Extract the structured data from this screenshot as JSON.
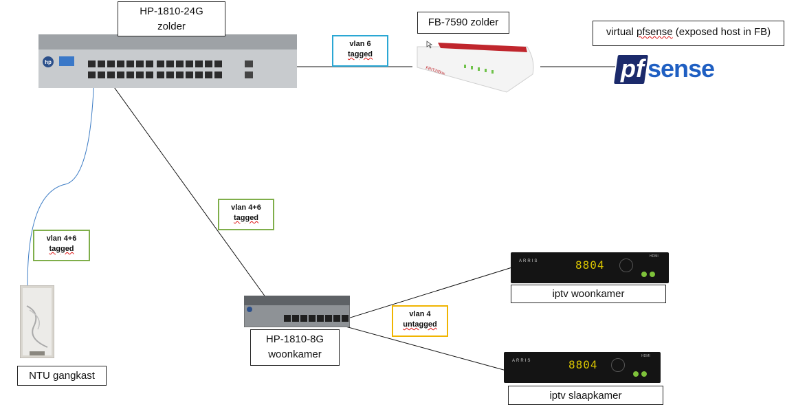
{
  "devices": {
    "core_switch": {
      "label_line1": "HP-1810-24G",
      "label_line2": "zolder",
      "brand_mark": "hp"
    },
    "router": {
      "label": "FB-7590 zolder",
      "brand_mark": "FRITZ!Box"
    },
    "firewall": {
      "label_pre": "virtual ",
      "label_emph": "pfsense",
      "label_post": " (exposed host in FB)",
      "logo_pf": "pf",
      "logo_sense": "sense"
    },
    "ntu": {
      "label": "NTU gangkast"
    },
    "room_switch": {
      "label_line1": "HP-1810-8G",
      "label_line2": "woonkamer"
    },
    "stb_living": {
      "label": "iptv woonkamer",
      "brand": "ARRIS",
      "display": "8804",
      "sub_brand": "HDMI"
    },
    "stb_bedroom": {
      "label": "iptv slaapkamer",
      "brand": "ARRIS",
      "display": "8804",
      "sub_brand": "HDMI"
    }
  },
  "links": {
    "core_to_router": {
      "line1": "vlan 6",
      "line2": "tagged",
      "color": "#2aa7d4"
    },
    "core_to_room": {
      "line1": "vlan 4+6",
      "line2": "tagged",
      "color": "#7fae4a"
    },
    "core_to_ntu": {
      "line1": "vlan 4+6",
      "line2": "tagged",
      "color": "#7fae4a"
    },
    "room_to_stb": {
      "line1": "vlan 4",
      "line2": "untagged",
      "color": "#f0b400"
    }
  },
  "colors": {
    "fiber_line": "#3b7bc4",
    "copper_line": "#111111",
    "pfsense_dark": "#1b2a6b",
    "pfsense_blue": "#1f5fc2"
  }
}
